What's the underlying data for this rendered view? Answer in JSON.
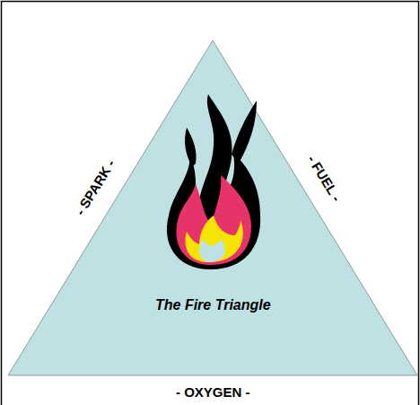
{
  "diagram": {
    "nodes": [
      {
        "text": [
          "The Fire Triangle"
        ]
      }
    ],
    "labels": [
      "- SPARK -",
      "- FUEL -",
      "- OXYGEN -"
    ]
  }
}
